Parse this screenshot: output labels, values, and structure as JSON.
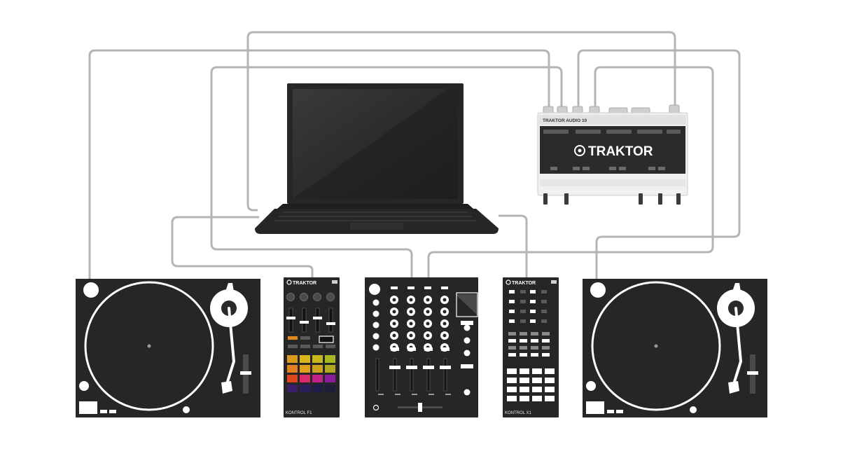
{
  "audio_interface": {
    "header_label": "TRAKTOR AUDIO 10",
    "logo_label": "TRAKTOR"
  },
  "controller_f1": {
    "top_label": "TRAKTOR",
    "bottom_label": "KONTROL F1",
    "pad_colors": [
      "#d99a1e",
      "#d9b51e",
      "#c8b81e",
      "#a9b81e",
      "#e0801e",
      "#e0a01e",
      "#cfa21e",
      "#b0a81e",
      "#e0461e",
      "#d92a6a",
      "#c2208a",
      "#8a1e9a",
      "#3a1e6a",
      "#2a1e5a",
      "#1e1e4a",
      "#1e1e3a"
    ]
  },
  "controller_x1": {
    "top_label": "TRAKTOR",
    "bottom_label": "KONTROL X1"
  },
  "colors": {
    "cable": "#b4b4b4",
    "device": "#262626",
    "device_dark": "#1a1a1a",
    "laptop_screen": "#2e2e2e",
    "interface_body": "#f0f0f0",
    "interface_panel": "#2b2b2b",
    "accent_orange": "#e08a1e"
  }
}
